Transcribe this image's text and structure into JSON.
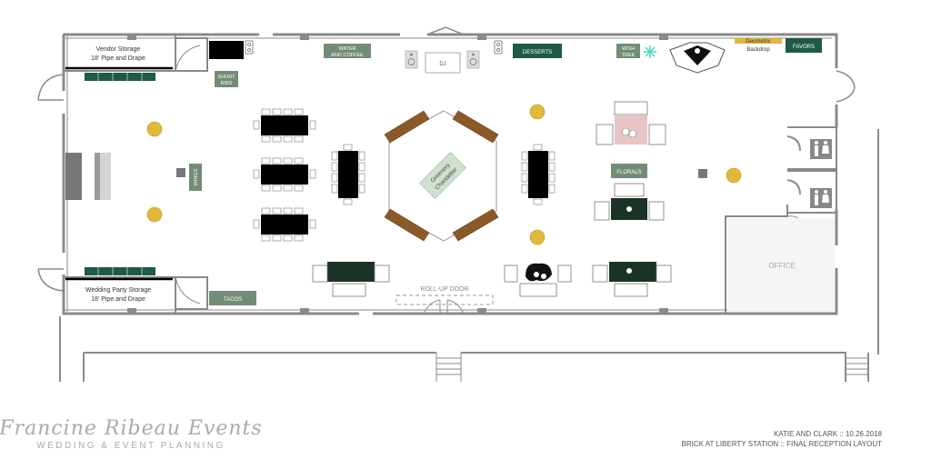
{
  "colors": {
    "wall": "#8a8a8a",
    "green": "#1f5a48",
    "sage": "#738c76",
    "gold": "#e0b83a",
    "wood": "#8b5a2b",
    "pink": "#e8c4c4",
    "teal": "#4fd6c2",
    "black": "#000000",
    "text": "#555555"
  },
  "labels": {
    "vendor_storage": [
      "Vendor Storage",
      "18' Pipe and Drape"
    ],
    "wedding_party_storage": [
      "Wedding Party Storage",
      "18' Pipe and Drape"
    ],
    "water_coffee": [
      "WATER",
      "AND COFFEE"
    ],
    "desserts": "DESSERTS",
    "wish_tree": [
      "WISH",
      "TREE"
    ],
    "geometric": "Geometric",
    "backdrop": "Backdrop",
    "favors": "FAVORS",
    "short_ribs": [
      "SHORT",
      "RIBS"
    ],
    "wings": "WINGS",
    "tacos": "TACOS",
    "dj": "DJ",
    "greenery": [
      "Greenery",
      "Chandelier"
    ],
    "florals": "FLORALS",
    "office": "OFFICE",
    "roll_up_door": "ROLL-UP DOOR"
  },
  "footer": {
    "brand_name": "Francine Ribeau Events",
    "brand_tagline": "WEDDING & EVENT PLANNING",
    "event_line1": "KATIE AND CLARK :: 10.26.2018",
    "event_line2": "BRICK AT LIBERTY STATION :: FINAL RECEPTION LAYOUT"
  },
  "icons": [
    "restroom-icon",
    "outlet-icon",
    "speaker-icon",
    "star-icon"
  ]
}
